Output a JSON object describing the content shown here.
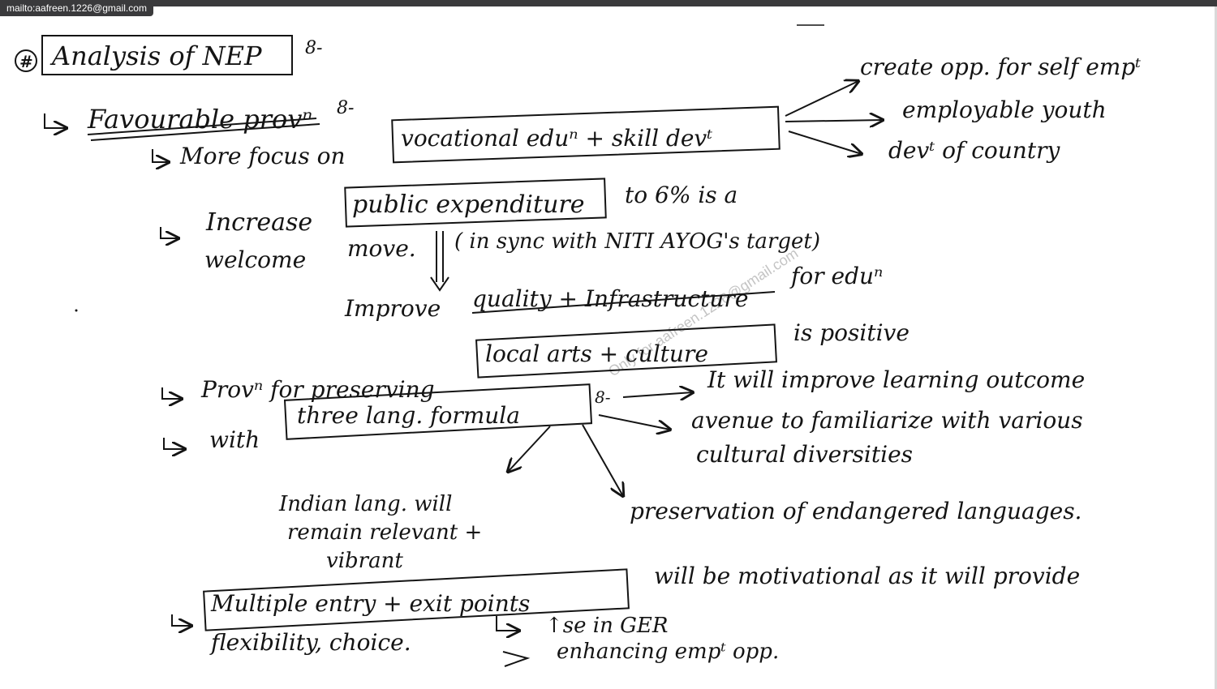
{
  "status_bar": {
    "link_text": "mailto:aafreen.1226@gmail.com"
  },
  "watermark": {
    "text": "Only for aafreen.1226@gmail.com"
  },
  "notes": {
    "heading_marker": "#",
    "heading": "Analysis of NEP",
    "heading_suffix": "8-",
    "favourable": {
      "label": "Favourable provⁿ",
      "suffix": "8-"
    },
    "vocational": {
      "prefix": "More focus on",
      "boxed": "vocational eduⁿ + skill devᵗ",
      "outcomes": [
        "create opp. for self empᵗ",
        "employable youth",
        "devᵗ of country"
      ]
    },
    "expenditure": {
      "prefix": "Increase",
      "boxed": "public expenditure",
      "rest_line1": "to 6% is a",
      "line2_start": "welcome",
      "line2_mid": "move.",
      "line2_paren": "( in sync with NITI AYOG's target)",
      "result_prefix": "Improve",
      "result_underlined": "quality + Infrastructure",
      "result_suffix": "for eduⁿ"
    },
    "arts": {
      "prefix": "Provⁿ for preserving",
      "boxed": "local arts + culture",
      "suffix": "is positive"
    },
    "language": {
      "prefix": "with",
      "boxed": "three lang. formula",
      "suffix": "8-",
      "b1_line1": "It will improve learning outcome",
      "b2_line1": "avenue to familiarize with various",
      "b2_line2": "cultural diversities",
      "b3": "preservation of endangered languages.",
      "b4_line1": "Indian lang. will",
      "b4_line2": "remain relevant +",
      "b4_line3": "vibrant"
    },
    "multiple": {
      "boxed": "Multiple entry + exit points",
      "rest": "will be motivational as it will provide",
      "line2": "flexibility, choice.",
      "sub1": "↑se in GER",
      "sub2": "enhancing empᵗ opp."
    }
  }
}
